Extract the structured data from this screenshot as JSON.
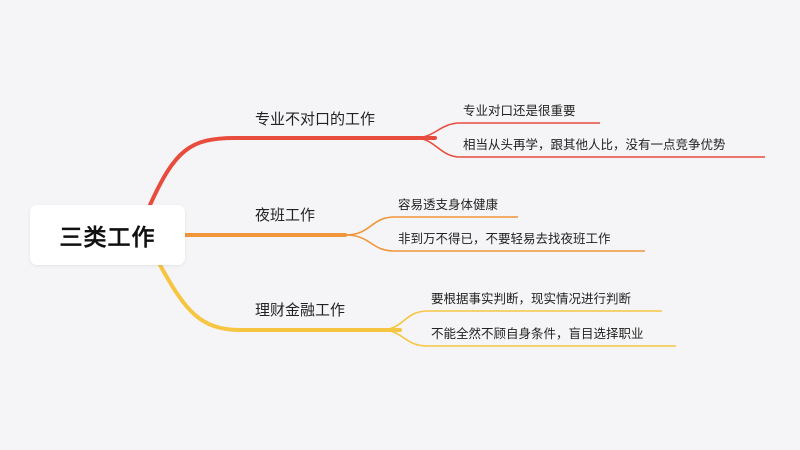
{
  "root": {
    "label": "三类工作"
  },
  "branches": [
    {
      "label": "专业不对口的工作",
      "color": "#e84c3d",
      "leaves": [
        "专业对口还是很重要",
        "相当从头再学，跟其他人比，没有一点竞争优势"
      ]
    },
    {
      "label": "夜班工作",
      "color": "#f0953a",
      "leaves": [
        "容易透支身体健康",
        "非到万不得已，不要轻易去找夜班工作"
      ]
    },
    {
      "label": "理财金融工作",
      "color": "#f6c542",
      "leaves": [
        "要根据事实判断，现实情况进行判断",
        "不能全然不顾自身条件，盲目选择职业"
      ]
    }
  ]
}
